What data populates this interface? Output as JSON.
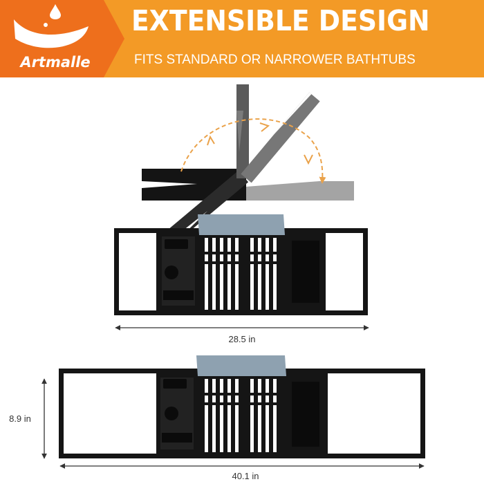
{
  "brand": {
    "logo_text": "Artmalle",
    "orange": "#f39a26",
    "logo_bg": "#ee6f1c"
  },
  "banner": {
    "headline": "EXTENSIBLE DESIGN",
    "subline": "FITS STANDARD OR NARROWER BATHTUBS"
  },
  "dimensions": {
    "compact_width": "28.5 in",
    "extended_width": "40.1 in",
    "depth": "8.9 in"
  },
  "icons": {
    "logo": "water-drop-logo-icon",
    "fold_arc": "rotation-arrow-icon"
  },
  "colors": {
    "tray": "#151515",
    "tray_stand": "#8ea1b0",
    "arrow": "#eaa24a"
  }
}
